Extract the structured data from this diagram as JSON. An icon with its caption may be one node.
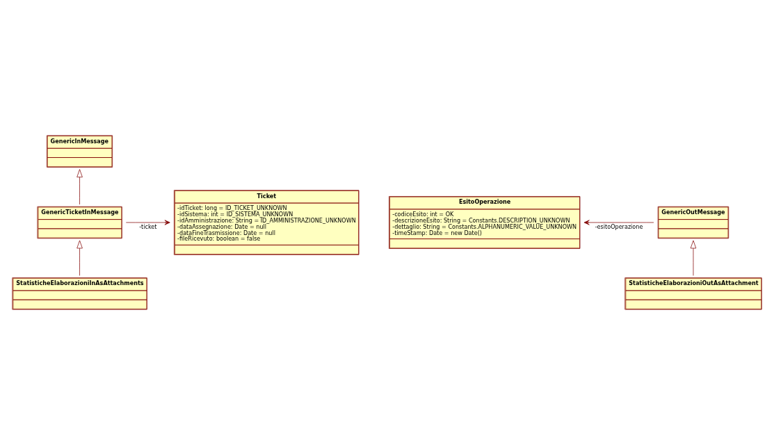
{
  "diagram": {
    "nodes": [
      {
        "text": [
          "GenericInMessage"
        ]
      },
      {
        "text": [
          "Ticket",
          "-idTicket: long = ID_TICKET_UNKNOWN",
          "-idSistema: int = ID_SISTEMA_UNKNOWN",
          "-idAmministrazione: String = ID_AMMINISTRAZIONE_UNKNOWN",
          "-dataAssegnazione: Date = null",
          "-dataFineTrasmissione: Date = null",
          "-fileRicevuto: boolean = false"
        ]
      },
      {
        "text": [
          "GenericTicketInMessage"
        ]
      },
      {
        "text": [
          "StatisticheElaborazioniInAsAttachments"
        ]
      },
      {
        "text": [
          "EsitoOperazione",
          "-codiceEsito: int = OK",
          "-descrizioneEsito: String = Constants.DESCRIPTION_UNKNOWN",
          "-dettaglio: String = Constants.ALPHANUMERIC_VALUE_UNKNOWN",
          "-timeStamp: Date = new Date()"
        ]
      },
      {
        "text": [
          "GenericOutMessage"
        ]
      },
      {
        "text": [
          "StatisticheElaborazioniOutAsAttachment"
        ]
      }
    ],
    "edges": [
      {
        "from": 2,
        "to": 0,
        "arrow": "to"
      },
      {
        "from": 3,
        "to": 2,
        "arrow": "to"
      },
      {
        "from": 2,
        "to": 1,
        "arrow": "to",
        "label": "-ticket"
      },
      {
        "from": 5,
        "to": 4,
        "arrow": "to",
        "label": "-esitoOperazione"
      },
      {
        "from": 6,
        "to": 5,
        "arrow": "to"
      }
    ]
  }
}
